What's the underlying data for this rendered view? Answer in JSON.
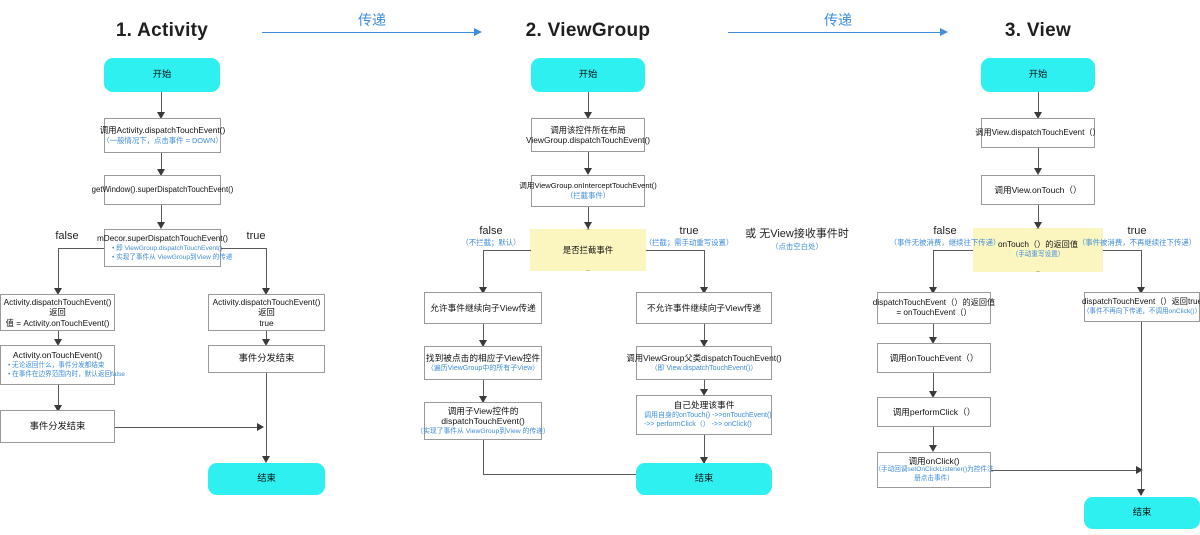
{
  "columns": [
    {
      "title": "1. Activity"
    },
    {
      "title": "2. ViewGroup"
    },
    {
      "title": "3. View"
    }
  ],
  "transfer_arrows": [
    {
      "label": "传递"
    },
    {
      "label": "传递"
    }
  ],
  "activity": {
    "start": "开始",
    "n1_main": "调用Activity.dispatchTouchEvent()",
    "n1_sub": "（一般情况下，点击事件 = DOWN）",
    "n2_main": "getWindow().superDispatchTouchEvent()",
    "n3_main": "mDecor.superDispatchTouchEvent()",
    "n3_sub1": "• 即 ViewGroup.dispatchTouchEvent()",
    "n3_sub2": "• 实现了事件从 ViewGroup到View 的传递",
    "branch_false": "false",
    "branch_true": "true",
    "left1_main1": "Activity.dispatchTouchEvent()返回",
    "left1_main2": "值 = Activity.onTouchEvent()",
    "left2_main": "Activity.onTouchEvent()",
    "left2_sub1": "• 无论返回什么，事件分发都结束",
    "left2_sub2": "• 在事件在边界范围内时，默认返回false",
    "left3_main": "事件分发结束",
    "right1_main1": "Activity.dispatchTouchEvent()返回",
    "right1_main2": "true",
    "right2_main": "事件分发结束",
    "end": "结束"
  },
  "viewgroup": {
    "start": "开始",
    "n1_main1": "调用该控件所在布局",
    "n1_main2": "ViewGroup.dispatchTouchEvent()",
    "n2_main": "调用ViewGroup.onInterceptTouchEvent()",
    "n2_sub": "（拦截事件）",
    "decision": "是否拦截事件",
    "branch_false": "false",
    "branch_false_sub": "（不拦截；默认）",
    "branch_true": "true",
    "branch_true_sub": "（拦截；需手动重写设置）",
    "note_main": "或  无View接收事件时",
    "note_sub": "（点击空白处）",
    "left1_main": "允许事件继续向子View传递",
    "left2_main": "找到被点击的相应子View控件",
    "left2_sub": "（遍历ViewGroup中的所有子View）",
    "left3_main1": "调用子View控件的",
    "left3_main2": "dispatchTouchEvent()",
    "left3_sub": "（实现了事件从 ViewGroup到View 的传递）",
    "right1_main": "不允许事件继续向子View传递",
    "right2_main": "调用ViewGroup父类dispatchTouchEvent()",
    "right2_sub": "（即 View.dispatchTouchEvent()）",
    "right3_main": "自己处理该事件",
    "right3_sub1": "调用自身的onTouch() ->>onTouchEvent()",
    "right3_sub2": "->> performClick（） ->> onClick()",
    "end": "结束"
  },
  "view": {
    "start": "开始",
    "n1_main": "调用View.dispatchTouchEvent（）",
    "n2_main": "调用View.onTouch（）",
    "decision_main": "onTouch（）的返回值",
    "decision_sub": "（手动重写设置）",
    "branch_false": "false",
    "branch_false_sub": "（事件无被消费，继续往下传递）",
    "branch_true": "true",
    "branch_true_sub": "（事件被消费，不再继续往下传递）",
    "left1_main1": "dispatchTouchEvent（）的返回值",
    "left1_main2": "= onTouchEvent（）",
    "left2_main": "调用onTouchEvent（）",
    "left3_main": "调用performClick（）",
    "left4_main": "调用onClick()",
    "left4_sub1": "（手动回调setOnClickListener()为控件注",
    "left4_sub2": "册点击事件）",
    "right1_main": "dispatchTouchEvent（）返回true",
    "right1_sub": "（事件不再向下传递，不调用onClick()）",
    "end": "结束"
  },
  "colors": {
    "terminal": "#2ff0f0",
    "decision": "#fbf6c0",
    "accent_blue": "#3f8ddb",
    "connector": "#5a5a5a"
  }
}
